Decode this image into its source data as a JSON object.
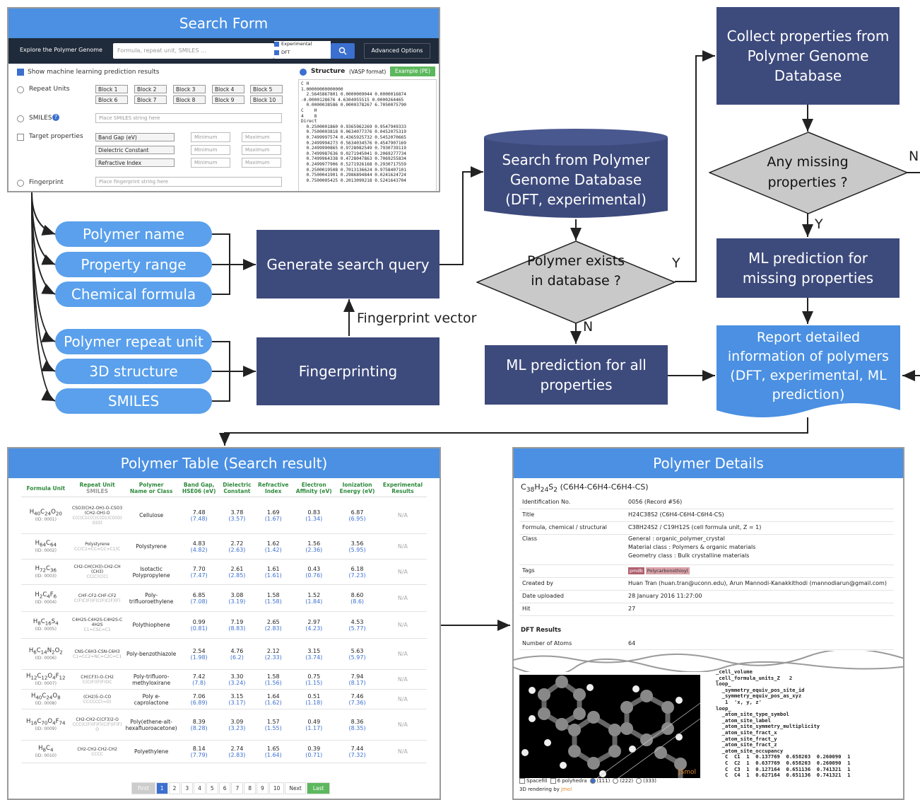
{
  "colors": {
    "box": "#3d4a7c",
    "pill": "#5aa0ec",
    "panel_header": "#4b90e2",
    "diamond": "#c9c9c9",
    "report": "#4b90e2"
  },
  "search_form": {
    "title": "Search Form",
    "nav_label": "Explore the Polymer Genome",
    "search_placeholder": "Formula, repeat unit, SMILES ...",
    "check_experimental": "Experimental",
    "check_dft": "DFT",
    "advanced": "Advanced Options",
    "ml_check": "Show machine learning prediction results",
    "repeat_units": "Repeat Units",
    "blocks": [
      "Block 1",
      "Block 2",
      "Block 3",
      "Block 4",
      "Block 5",
      "Block 6",
      "Block 7",
      "Block 8",
      "Block 9",
      "Block 10"
    ],
    "smiles": "SMILES",
    "smiles_placeholder": "Place SMILES string here",
    "target_properties": "Target properties",
    "properties": [
      "Band Gap (eV)",
      "Dielectric Constant",
      "Refractive Index"
    ],
    "minimum": "Minimum",
    "maximum": "Maximum",
    "fingerprint": "Fingerprint",
    "fingerprint_placeholder": "Place fingerprint string here",
    "structure_label": "Structure",
    "structure_format": "(VASP format)",
    "example_button": "Example (PE)",
    "vasp_lines": [
      "C H",
      "1.00000000000000",
      "  2.5645867801 0.0000009044 0.0000016874",
      "-0.0000128676 4.6304955515 0.0000264465",
      "  0.0000038586 0.0000378267 6.7050075790",
      "C    H",
      "4    8",
      "Direct",
      "  0.2500001860 0.9365962269 0.9547949333",
      "  0.7500003818 0.0634077376 0.0452075319",
      "  0.7499997574 0.4365925732 0.5452070665",
      "  0.2499994273 0.5634034576 0.4547907169",
      "  0.2499990865 0.9728082549 0.7930739119",
      "  0.7499987636 0.0271945041 0.2069277734",
      "  0.7499964338 0.4728047863 0.7069255834",
      "  0.2499977906 0.5271926168 0.2930717559",
      "  0.2500019508 0.7013136624 0.9758407101",
      "  0.7500041901 0.2986894844 0.0241624724",
      "  0.7500005425 0.2013099218 0.5241643704"
    ]
  },
  "pills": [
    "Polymer name",
    "Property range",
    "Chemical formula",
    "Polymer repeat unit",
    "3D structure",
    "SMILES"
  ],
  "flow": {
    "generate_query": "Generate search query",
    "fingerprinting": "Fingerprinting",
    "fingerprint_vector": "Fingerprint vector",
    "search_db": "Search from Polymer Genome Database (DFT, experimental)",
    "polymer_exists": "Polymer exists in database ?",
    "ml_all": "ML prediction for all properties",
    "collect": "Collect properties from Polymer Genome Database",
    "any_missing": "Any missing properties ?",
    "ml_missing": "ML prediction for missing properties",
    "report": "Report detailed information of polymers (DFT, experimental, ML prediction)",
    "y1": "Y",
    "n1": "N",
    "y2": "Y",
    "n2": "N"
  },
  "polymer_table": {
    "title": "Polymer Table (Search result)",
    "headers": [
      [
        "Formula Unit",
        ""
      ],
      [
        "Repeat Unit",
        "SMILES"
      ],
      [
        "Polymer",
        "Name or Class"
      ],
      [
        "Band Gap,",
        "HSE06 (eV)"
      ],
      [
        "Dielectric",
        "Constant"
      ],
      [
        "Refractive",
        "Index"
      ],
      [
        "Electron",
        "Affinity (eV)"
      ],
      [
        "Ionization",
        "Energy (eV)"
      ],
      [
        "Experimental",
        "Results"
      ]
    ],
    "rows": [
      {
        "formula": "H40C24O20",
        "id": "(ID: 0001)",
        "repeat": "CSO3(CH2-OH)-O-CSO3(CH2-OH)-O",
        "smiles": "C(C(C1C(C(C(O1)CO)O)O)O)",
        "name": "Cellulose",
        "v": [
          [
            "7.48",
            "(7.48)"
          ],
          [
            "3.78",
            "(3.57)"
          ],
          [
            "1.69",
            "(1.67)"
          ],
          [
            "0.83",
            "(1.34)"
          ],
          [
            "6.87",
            "(6.95)"
          ]
        ],
        "exp": "N/A"
      },
      {
        "formula": "H64C64",
        "id": "(ID: 0002)",
        "repeat": "Polystyrene",
        "smiles": "CC(C1=CC=CC=C1)C",
        "name": "Polystyrene",
        "v": [
          [
            "4.83",
            "(4.82)"
          ],
          [
            "2.72",
            "(2.63)"
          ],
          [
            "1.62",
            "(1.42)"
          ],
          [
            "1.56",
            "(2.36)"
          ],
          [
            "3.56",
            "(5.95)"
          ]
        ],
        "exp": "N/A"
      },
      {
        "formula": "H72C36",
        "id": "(ID: 0003)",
        "repeat": "CH2-CH(CH3)-CH2-CH(CH3)",
        "smiles": "CC(C)C(C)",
        "name": "Isotactic Polypropylene",
        "v": [
          [
            "7.70",
            "(7.47)"
          ],
          [
            "2.61",
            "(2.85)"
          ],
          [
            "1.61",
            "(1.61)"
          ],
          [
            "0.43",
            "(0.76)"
          ],
          [
            "6.18",
            "(7.23)"
          ]
        ],
        "exp": "N/A"
      },
      {
        "formula": "H2C4F6",
        "id": "(ID: 0004)",
        "repeat": "CHF-CF2-CHF-CF2",
        "smiles": "C(F)C(F)(F)C(F)C(F)(F)",
        "name": "Poly-trifluoroethylene",
        "v": [
          [
            "6.85",
            "(7.08)"
          ],
          [
            "3.08",
            "(3.19)"
          ],
          [
            "1.58",
            "(1.58)"
          ],
          [
            "1.52",
            "(1.84)"
          ],
          [
            "8.60",
            "(8.6)"
          ]
        ],
        "exp": "N/A"
      },
      {
        "formula": "H8C16S4",
        "id": "(ID: 0005)",
        "repeat": "C4H2S-C4H2S-C4H2S-C4H2S",
        "smiles": "C1=CSC=C1",
        "name": "Polythiophene",
        "v": [
          [
            "0.99",
            "(0.81)"
          ],
          [
            "7.19",
            "(8.83)"
          ],
          [
            "2.65",
            "(2.83)"
          ],
          [
            "2.97",
            "(4.23)"
          ],
          [
            "4.53",
            "(5.77)"
          ]
        ],
        "exp": "N/A"
      },
      {
        "formula": "H6C14N2O2",
        "id": "(ID: 0006)",
        "repeat": "CNS-C6H3-CSN-C6H3",
        "smiles": "C1=CC2=NC=C2C=C1",
        "name": "Poly-benzothiazole",
        "v": [
          [
            "2.54",
            "(1.98)"
          ],
          [
            "4.76",
            "(6.2)"
          ],
          [
            "2.12",
            "(2.33)"
          ],
          [
            "3.15",
            "(3.74)"
          ],
          [
            "5.63",
            "(5.97)"
          ]
        ],
        "exp": "N/A"
      },
      {
        "formula": "H12C12O4F12",
        "id": "(ID: 0007)",
        "repeat": "CH(CF3)-O-CH2",
        "smiles": "C(C(F)(F)F)OC",
        "name": "Poly-trifluoro-methyloxirane",
        "v": [
          [
            "7.42",
            "(7.8)"
          ],
          [
            "3.30",
            "(3.24)"
          ],
          [
            "1.58",
            "(1.56)"
          ],
          [
            "0.75",
            "(1.15)"
          ],
          [
            "7.94",
            "(8.17)"
          ]
        ],
        "exp": "N/A"
      },
      {
        "formula": "H40C24O8",
        "id": "(ID: 0008)",
        "repeat": "(CH2)5-O-CO",
        "smiles": "CCCCCC(=O)",
        "name": "Poly e-caprolactone",
        "v": [
          [
            "7.06",
            "(6.89)"
          ],
          [
            "3.15",
            "(3.17)"
          ],
          [
            "1.64",
            "(1.62)"
          ],
          [
            "0.51",
            "(1.18)"
          ],
          [
            "7.46",
            "(7.36)"
          ]
        ],
        "exp": "N/A"
      },
      {
        "formula": "H16C70O4F74",
        "id": "(ID: 0009)",
        "repeat": "CH2-CH2-C(CF3)2-O",
        "smiles": "CCC(C(F)(F)F)(C(F)(F)F)O",
        "name": "Poly(ethene-alt-hexafluoroacetone)",
        "v": [
          [
            "8.39",
            "(8.28)"
          ],
          [
            "3.09",
            "(3.23)"
          ],
          [
            "1.57",
            "(1.55)"
          ],
          [
            "0.49",
            "(1.17)"
          ],
          [
            "8.36",
            "(8.35)"
          ]
        ],
        "exp": "N/A"
      },
      {
        "formula": "H8C4",
        "id": "(ID: 0010)",
        "repeat": "CH2-CH2-CH2-CH2",
        "smiles": "CCCC",
        "name": "Polyethylene",
        "v": [
          [
            "8.14",
            "(7.79)"
          ],
          [
            "2.74",
            "(2.83)"
          ],
          [
            "1.65",
            "(1.64)"
          ],
          [
            "0.39",
            "(0.71)"
          ],
          [
            "7.44",
            "(7.32)"
          ]
        ],
        "exp": "N/A"
      }
    ],
    "pager": [
      "First",
      "1",
      "2",
      "3",
      "4",
      "5",
      "6",
      "7",
      "8",
      "9",
      "10",
      "Next",
      "Last"
    ]
  },
  "polymer_details": {
    "title": "Polymer Details",
    "heading": "C38H24S2 (C6H4-C6H4-C6H4-CS)",
    "fields": [
      [
        "Identification No.",
        "0056 (Record #56)"
      ],
      [
        "Title",
        "H24C38S2 (C6H4-C6H4-C6H4-CS)"
      ],
      [
        "Formula, chemical / structural",
        "C38H24S2 / C19H12S (cell formula unit, Z = 1)"
      ],
      [
        "Class",
        "General : organic_polymer_crystal"
      ],
      [
        "",
        "Material class : Polymers & organic materials"
      ],
      [
        "",
        "Geometry class : Bulk crystalline materials"
      ],
      [
        "Tags",
        ""
      ],
      [
        "Created by",
        "Huan Tran (huan.tran@uconn.edu), Arun Mannodi-Kanakkithodi (mannodiarun@gmail.com)"
      ],
      [
        "Date uploaded",
        "28 January 2016 11:27:00"
      ],
      [
        "Hit",
        "27"
      ]
    ],
    "tags": [
      "pmdb",
      "Polycarbonothioyl"
    ],
    "dft_results": "DFT Results",
    "num_atoms_label": "Number of Atoms",
    "num_atoms": "64",
    "cif_lines": [
      "_cell_volume",
      "_cell_formula_units_Z   2",
      "loop_",
      "  _symmetry_equiv_pos_site_id",
      "  _symmetry_equiv_pos_as_xyz",
      "   1  'x, y, z'",
      "loop_",
      "  _atom_site_type_symbol",
      "  _atom_site_label",
      "  _atom_site_symmetry_multiplicity",
      "  _atom_site_fract_x",
      "  _atom_site_fract_y",
      "  _atom_site_fract_z",
      "  _atom_site_occupancy",
      "   C  C1  1  0.137769  0.658203  0.260090  1",
      "   C  C2  1  0.637769  0.658203  0.260090  1",
      "   C  C3  1  0.127164  0.651136  0.741321  1",
      "   C  C4  1  0.627164  0.651136  0.741321  1"
    ],
    "jsmol": "JSmol",
    "render_opts": [
      "Spacefill",
      "6 polyhedra",
      "(111)",
      "(222)",
      "(333)"
    ],
    "rendering_by": "3D rendering by",
    "jmol": "Jmol"
  }
}
